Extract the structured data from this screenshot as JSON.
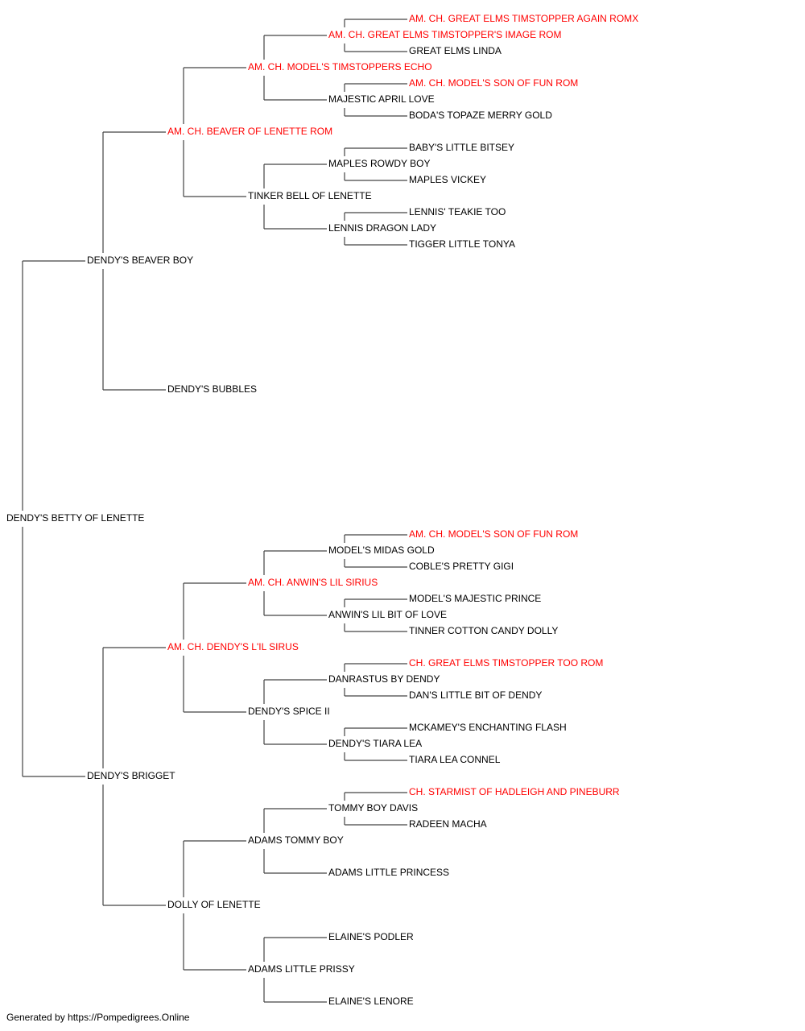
{
  "footer": "Generated by https://Pompedigrees.Online",
  "colors": {
    "champion": "#ff0000",
    "normal": "#000000",
    "line": "#444444"
  },
  "pedigree": {
    "name": "DENDY'S BETTY OF LENETTE",
    "champion": false,
    "sire": {
      "name": "DENDY'S BEAVER BOY",
      "champion": false,
      "sire": {
        "name": "AM. CH. BEAVER OF LENETTE ROM",
        "champion": true,
        "sire": {
          "name": "AM. CH. MODEL'S TIMSTOPPERS ECHO",
          "champion": true,
          "sire": {
            "name": "AM. CH. GREAT ELMS TIMSTOPPER'S IMAGE ROM",
            "champion": true,
            "sire": {
              "name": "AM. CH. GREAT ELMS TIMSTOPPER AGAIN ROMX",
              "champion": true
            },
            "dam": {
              "name": "GREAT ELMS LINDA",
              "champion": false
            }
          },
          "dam": {
            "name": "MAJESTIC APRIL LOVE",
            "champion": false,
            "sire": {
              "name": "AM. CH. MODEL'S SON OF FUN ROM",
              "champion": true
            },
            "dam": {
              "name": "BODA'S TOPAZE MERRY GOLD",
              "champion": false
            }
          }
        },
        "dam": {
          "name": "TINKER BELL OF LENETTE",
          "champion": false,
          "sire": {
            "name": "MAPLES ROWDY BOY",
            "champion": false,
            "sire": {
              "name": "BABY'S LITTLE BITSEY",
              "champion": false
            },
            "dam": {
              "name": "MAPLES VICKEY",
              "champion": false
            }
          },
          "dam": {
            "name": "LENNIS DRAGON LADY",
            "champion": false,
            "sire": {
              "name": "LENNIS' TEAKIE TOO",
              "champion": false
            },
            "dam": {
              "name": "TIGGER LITTLE TONYA",
              "champion": false
            }
          }
        }
      },
      "dam": {
        "name": "DENDY'S BUBBLES",
        "champion": false
      }
    },
    "dam": {
      "name": "DENDY'S BRIGGET",
      "champion": false,
      "sire": {
        "name": "AM. CH. DENDY'S L'IL SIRUS",
        "champion": true,
        "sire": {
          "name": "AM. CH. ANWIN'S LIL SIRIUS",
          "champion": true,
          "sire": {
            "name": "MODEL'S MIDAS GOLD",
            "champion": false,
            "sire": {
              "name": "AM. CH. MODEL'S SON OF FUN ROM",
              "champion": true
            },
            "dam": {
              "name": "COBLE'S PRETTY GIGI",
              "champion": false
            }
          },
          "dam": {
            "name": "ANWIN'S LIL BIT OF LOVE",
            "champion": false,
            "sire": {
              "name": "MODEL'S MAJESTIC PRINCE",
              "champion": false
            },
            "dam": {
              "name": "TINNER COTTON CANDY DOLLY",
              "champion": false
            }
          }
        },
        "dam": {
          "name": "DENDY'S SPICE II",
          "champion": false,
          "sire": {
            "name": "DANRASTUS BY DENDY",
            "champion": false,
            "sire": {
              "name": "CH. GREAT ELMS TIMSTOPPER TOO ROM",
              "champion": true
            },
            "dam": {
              "name": "DAN'S LITTLE BIT OF DENDY",
              "champion": false
            }
          },
          "dam": {
            "name": "DENDY'S TIARA LEA",
            "champion": false,
            "sire": {
              "name": "MCKAMEY'S ENCHANTING FLASH",
              "champion": false
            },
            "dam": {
              "name": "TIARA LEA CONNEL",
              "champion": false
            }
          }
        }
      },
      "dam": {
        "name": "DOLLY OF LENETTE",
        "champion": false,
        "sire": {
          "name": "ADAMS TOMMY BOY",
          "champion": false,
          "sire": {
            "name": "TOMMY BOY DAVIS",
            "champion": false,
            "sire": {
              "name": "CH. STARMIST OF HADLEIGH AND PINEBURR",
              "champion": true
            },
            "dam": {
              "name": "RADEEN MACHA",
              "champion": false
            }
          },
          "dam": {
            "name": "ADAMS LITTLE PRINCESS",
            "champion": false
          }
        },
        "dam": {
          "name": "ADAMS LITTLE PRISSY",
          "champion": false,
          "sire": {
            "name": "ELAINE'S PODLER",
            "champion": false
          },
          "dam": {
            "name": "ELAINE'S LENORE",
            "champion": false
          }
        }
      }
    }
  }
}
